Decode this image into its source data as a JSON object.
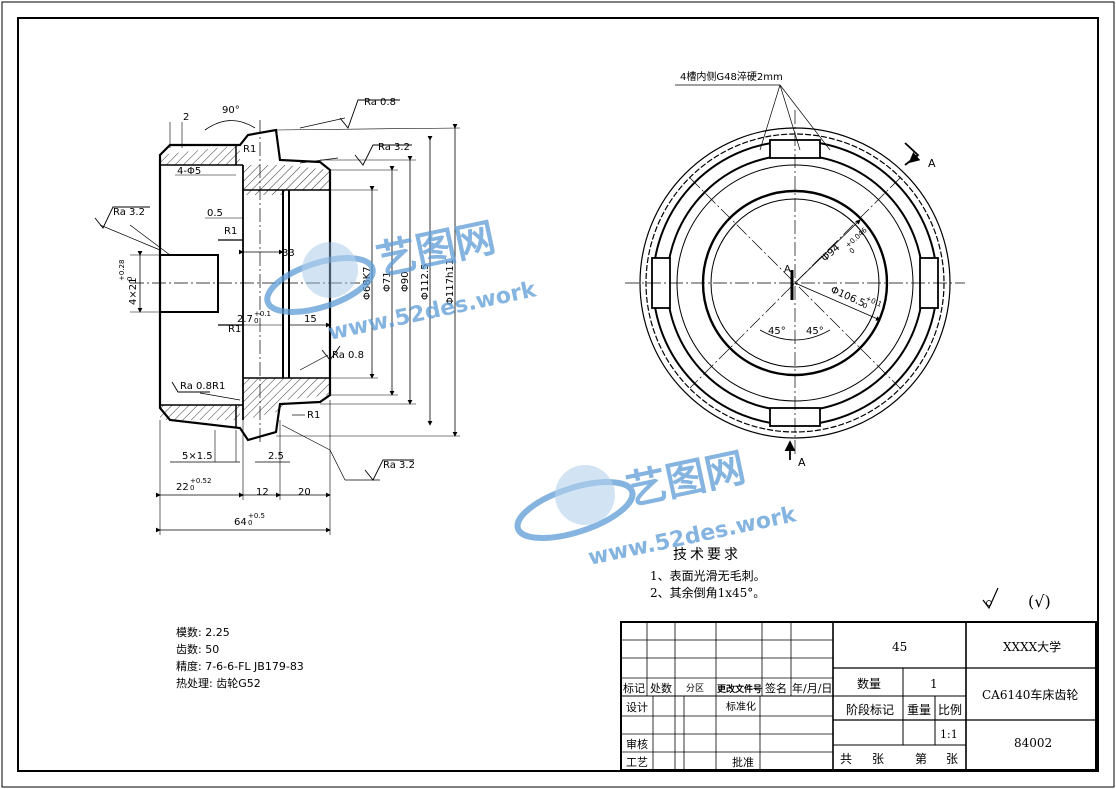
{
  "dims": {
    "d2": "2",
    "d90deg": "90°",
    "ra08_top": "Ra 0.8",
    "ra32_top": "Ra 3.2",
    "ra32_left": "Ra 3.2",
    "r1_top": "R1",
    "holes": "4-Φ5",
    "d05": "0.5",
    "r1_mid": "R1",
    "d33": "33",
    "d68k7": "Φ68K7",
    "d71": "Φ71",
    "d90": "Φ90",
    "d1125": "Φ112.5",
    "d117": "Φ117h11",
    "d4x21": "4×21",
    "d4x21_tol": "+0.28",
    "d4x21_tol2": "0",
    "d27": "2.7",
    "d27_tol": "+0.1",
    "d27_tol2": "0",
    "r1_low": "R1",
    "d15": "15",
    "ra08_mid": "Ra 0.8",
    "ra08_bot": "Ra 0.8",
    "r1_bot": "R1",
    "r1_right": "R1",
    "ra32_bot": "Ra 3.2",
    "d5x15": "5×1.5",
    "d25": "2.5",
    "d22": "22",
    "d22_tol": "+0.52",
    "d22_tol2": "0",
    "d12": "12",
    "d20": "20",
    "d64": "64",
    "d64_tol": "+0.5",
    "d64_tol2": "0"
  },
  "right_view": {
    "note": "4槽内侧G48淬硬2mm",
    "section_a": "A",
    "d94": "Φ94",
    "d94_tol": "+0.046",
    "d94_tol2": "0",
    "d1065": "Φ106.5",
    "d1065_tol": "+0.1",
    "d1065_tol2": "0",
    "a45_1": "45°",
    "a45_2": "45°",
    "label_a": "A"
  },
  "tech_requirements": {
    "title": "技术要求",
    "items": [
      "1、表面光滑无毛刺。",
      "2、其余倒角1x45°。"
    ]
  },
  "surface_symbol": "(√)",
  "gear_params": {
    "module": "模数: 2.25",
    "teeth": "齿数: 50",
    "precision": "精度: 7-6-6-FL  JB179-83",
    "heat_treatment": "热处理: 齿轮G52"
  },
  "title_block": {
    "material": "45",
    "school": "XXXX大学",
    "qty_label": "数量",
    "qty_value": "1",
    "part_name": "CA6140车床齿轮",
    "stage_label": "阶段标记",
    "weight_label": "重量",
    "scale_label": "比例",
    "scale_value": "1:1",
    "drawing_no": "84002",
    "sheets_total": "共",
    "sheets_unit": "张",
    "sheet_no": "第",
    "sheet_unit2": "张",
    "h_mark": "标记",
    "h_count": "处数",
    "h_zone": "分区",
    "h_doc": "更改文件号",
    "h_sign": "签名",
    "h_date": "年/月/日",
    "design": "设计",
    "standard": "标准化",
    "review": "审核",
    "process": "工艺",
    "approve": "批准"
  },
  "watermark": {
    "brand": "艺图网",
    "url": "www.52des.work"
  }
}
